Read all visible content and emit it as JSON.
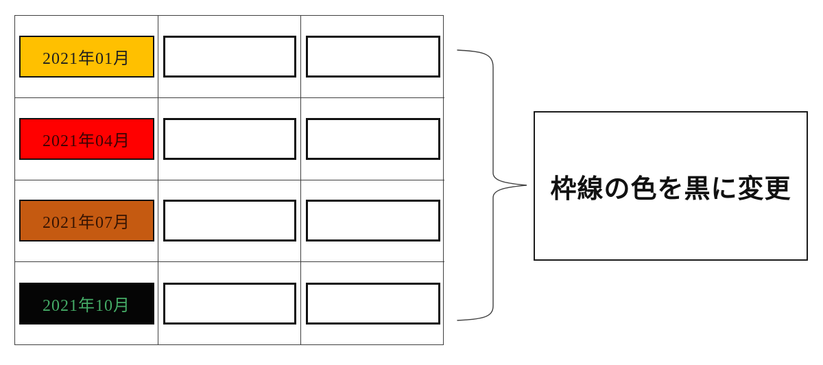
{
  "diagram": {
    "table": {
      "grid_color": "#3f3f3f",
      "box_border_color": "#111111",
      "rows": [
        {
          "label": "2021年01月",
          "fill": "#FFC000",
          "label_color": "#1f1f1f"
        },
        {
          "label": "2021年04月",
          "fill": "#FF0000",
          "label_color": "#3a0404"
        },
        {
          "label": "2021年07月",
          "fill": "#C55A11",
          "label_color": "#361403"
        },
        {
          "label": "2021年10月",
          "fill": "#050505",
          "label_color": "#44ab66"
        }
      ]
    },
    "brace": {
      "color": "#3f3f3f"
    },
    "callout": {
      "text": "枠線の色を黒に変更",
      "border_color": "#1b1b1b",
      "text_color": "#111111",
      "background": "#ffffff"
    }
  }
}
